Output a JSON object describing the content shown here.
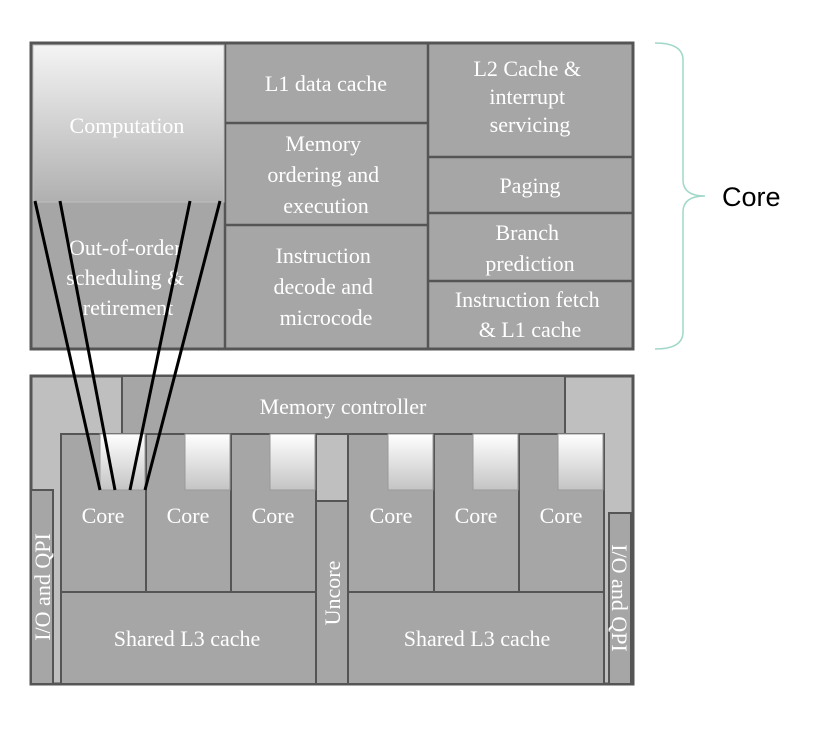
{
  "core_block": {
    "computation": "Computation",
    "l1_data_cache": "L1 data cache",
    "l2_cache": [
      "L2 Cache &",
      "interrupt",
      "servicing"
    ],
    "memory_ordering": [
      "Memory",
      "ordering and",
      "execution"
    ],
    "paging": "Paging",
    "branch_prediction": [
      "Branch",
      "prediction"
    ],
    "out_of_order": [
      "Out-of-order",
      "scheduling &",
      "retirement"
    ],
    "instruction_decode": [
      "Instruction",
      "decode and",
      "microcode"
    ],
    "instruction_fetch": [
      "Instruction fetch",
      "& L1 cache"
    ]
  },
  "core_brace_label": "Core",
  "chip": {
    "memory_controller": "Memory controller",
    "core_label": "Core",
    "uncore": "Uncore",
    "io_qpi": "I/O and QPI",
    "shared_l3": "Shared L3 cache"
  },
  "colors": {
    "block_fill": "#a6a6a6",
    "frame_fill": "#bfbfbf",
    "border": "#555555",
    "label": "#ffffff",
    "bracket": "#9fd8c8"
  }
}
